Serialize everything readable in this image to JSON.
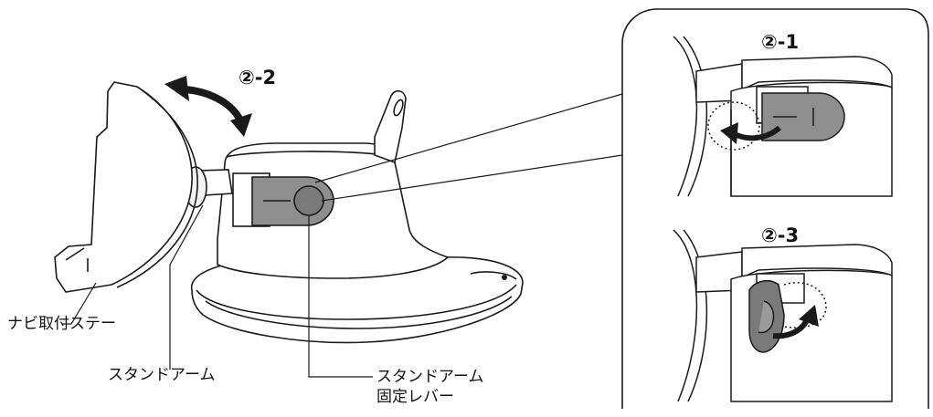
{
  "labels": {
    "navi_stay": "ナビ取付ステー",
    "stand_arm": "スタンドアーム",
    "lever_line1": "スタンドアーム",
    "lever_line2": "固定レバー"
  },
  "steps": {
    "rotate": "②-2",
    "unlock": "②-1",
    "lock": "②-3"
  },
  "icons": {
    "rotate_arrow": "double-curved-arrow-icon",
    "unlock_arrow": "curved-arrow-left-icon",
    "lock_arrow": "curved-arrow-up-icon"
  },
  "colors": {
    "line": "#1a1a1a",
    "lever": "#8f8f8f",
    "lever_dark": "#6e6e6e",
    "part_light": "#f2f2f2"
  }
}
